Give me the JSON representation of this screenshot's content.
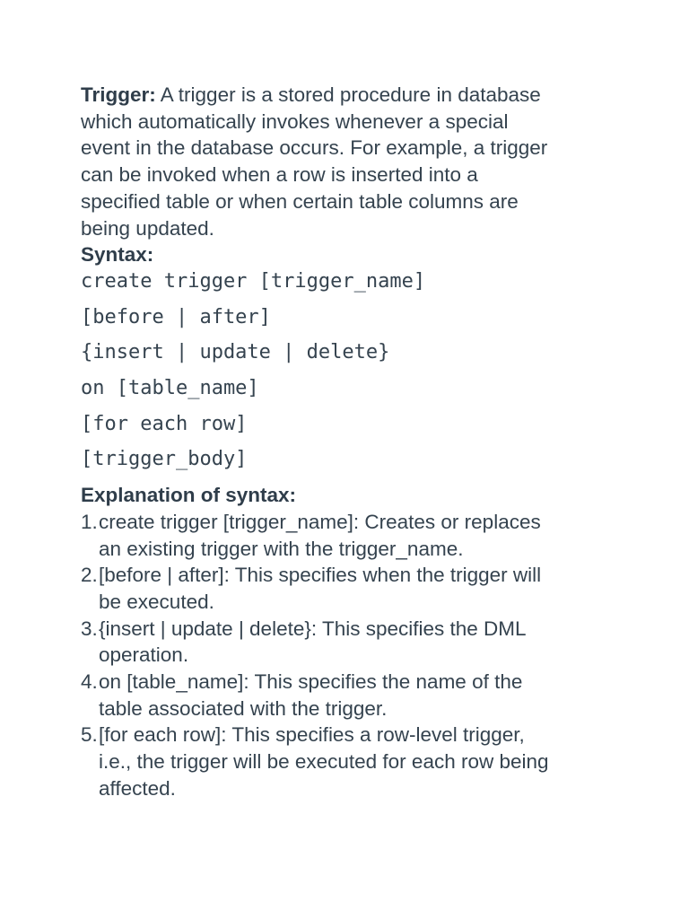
{
  "page": {
    "background": "#ffffff",
    "text_color": "#35434f"
  },
  "intro": {
    "lead": "Trigger:",
    "text": "A trigger is a stored procedure in database\nwhich automatically invokes whenever a special\nevent in the database occurs. For example, a trigger\ncan be invoked when a row is inserted into a\nspecified table or when certain table columns are\nbeing updated."
  },
  "syntax": {
    "heading": "Syntax:",
    "code_lines": [
      "create trigger [trigger_name]",
      "[before | after]",
      "{insert | update | delete}",
      "on [table_name]",
      "[for each row]",
      "[trigger_body]"
    ]
  },
  "explanation": {
    "heading": "Explanation of syntax:",
    "items": [
      {
        "number": "1.",
        "text": "create trigger [trigger_name]: Creates or replaces\nan existing trigger with the trigger_name."
      },
      {
        "number": "2.",
        "text": "[before | after]: This specifies when the trigger will\nbe executed."
      },
      {
        "number": "3.",
        "text": "{insert | update | delete}: This specifies the DML\noperation."
      },
      {
        "number": "4.",
        "text": "on [table_name]: This specifies the name of the\ntable associated with the trigger."
      },
      {
        "number": "5.",
        "text": "[for each row]: This specifies a row-level trigger,\ni.e., the trigger will be executed for each row being\naffected."
      }
    ]
  }
}
